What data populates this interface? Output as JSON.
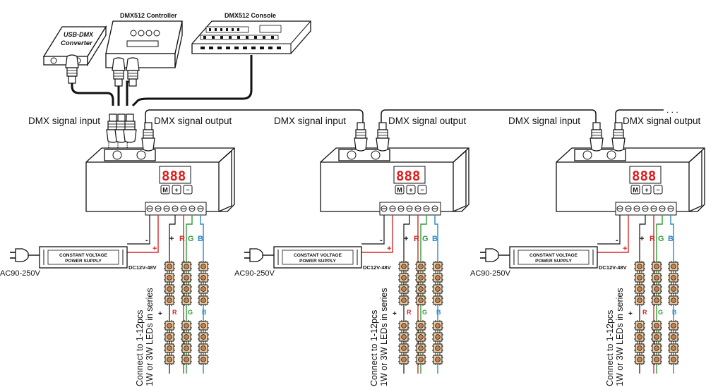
{
  "devices": {
    "usb_dmx_line1": "USB-DMX",
    "usb_dmx_line2": "Converter",
    "dmx_controller": "DMX512 Controller",
    "dmx_console": "DMX512 Console"
  },
  "signals": {
    "input": "DMX signal input",
    "output": "DMX signal output",
    "ellipsis": ". . ."
  },
  "display": {
    "digits": "888",
    "btn_m": "M",
    "btn_plus": "+",
    "btn_minus": "−"
  },
  "power": {
    "psu_line1": "CONSTANT VOLTAGE",
    "psu_line2": "POWER SUPPLY",
    "ac": "AC90-250V",
    "dc": "DC12V-48V",
    "neg": "-",
    "pos": "+"
  },
  "channels": {
    "plus": "+",
    "r": "R",
    "g": "G",
    "b": "B"
  },
  "leds": {
    "note_line1": "Connect to 1-12pcs",
    "note_line2": "1W or 3W LEDs in series"
  },
  "colors": {
    "red": "#d42a2a",
    "green": "#2e9e3a",
    "blue": "#2a88c8",
    "display_red": "#e01818",
    "outline": "#111111"
  },
  "icons": {
    "xlr": "xlr-connector-icon",
    "plug": "power-plug-icon",
    "led": "led-chip-icon"
  }
}
